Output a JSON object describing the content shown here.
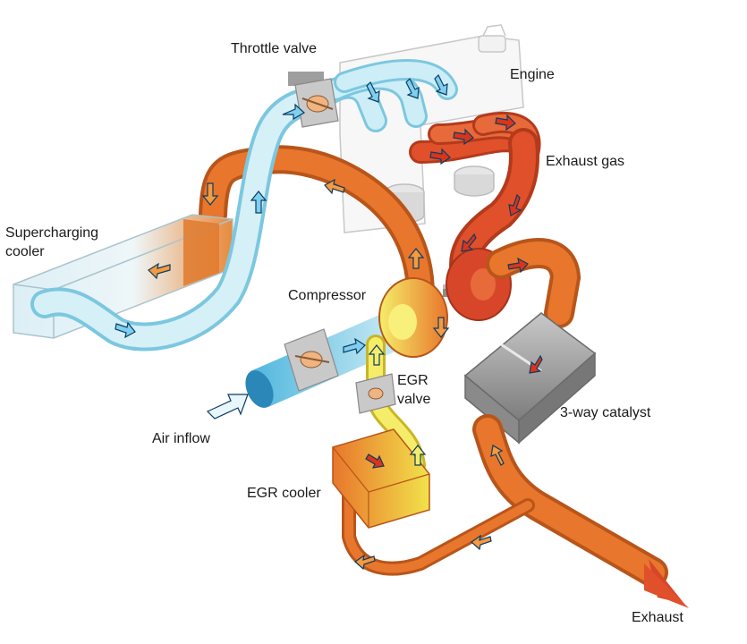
{
  "labels": {
    "throttle_valve": "Throttle valve",
    "engine": "Engine",
    "exhaust_gas": "Exhaust gas",
    "supercharging_cooler_line1": "Supercharging",
    "supercharging_cooler_line2": "cooler",
    "compressor": "Compressor",
    "egr_valve_line1": "EGR",
    "egr_valve_line2": "valve",
    "air_inflow": "Air inflow",
    "three_way_catalyst": "3-way catalyst",
    "egr_cooler": "EGR cooler",
    "exhaust": "Exhaust"
  },
  "colors": {
    "intake_air": "#bfe6f3",
    "intake_air_dark": "#7cc7e0",
    "charged_air": "#e8762c",
    "charged_air_dark": "#b8551a",
    "exhaust": "#e0502a",
    "exhaust_dark": "#b33a1c",
    "egr_flow": "#f2e24a",
    "egr_flow_dark": "#c9b625",
    "valve_body": "#c9c9c9",
    "catalyst": "#9d9d9d",
    "arrow_red": "#d9341c"
  }
}
